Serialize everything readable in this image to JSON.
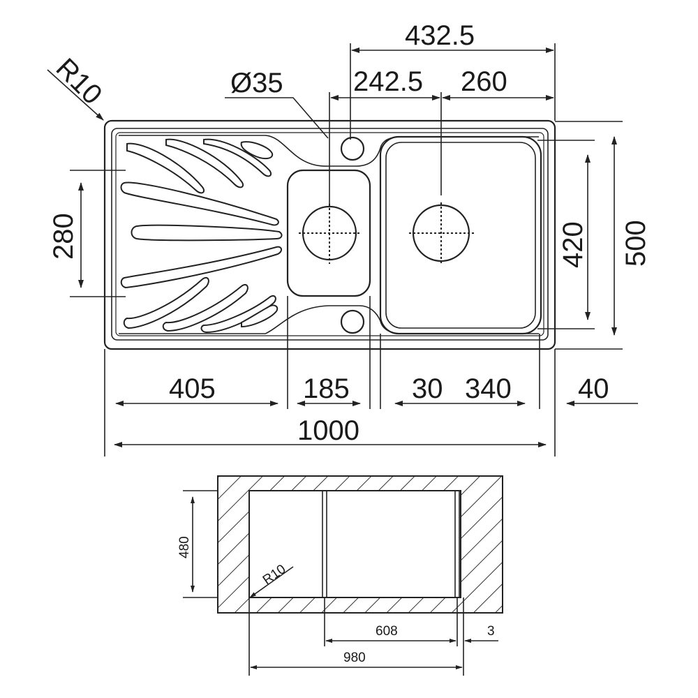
{
  "top_view": {
    "corner_radius_label": "R10",
    "hole_diameter_label": "Ø35",
    "dim_total_right_label": "432.5",
    "dim_hole_to_bowl_label": "242.5",
    "dim_bowl_half_label": "260",
    "dim_drainer_height_label": "280",
    "dim_bowl_height_label": "420",
    "dim_total_depth_label": "500",
    "dim_drainer_width_label": "405",
    "dim_small_bowl_label": "185",
    "dim_gap_label": "30",
    "dim_large_bowl_label": "340",
    "dim_edge_label": "40",
    "dim_total_width_label": "1000"
  },
  "section_view": {
    "dim_depth_label": "480",
    "corner_radius_label": "R10",
    "dim_inner_label": "608",
    "dim_wall_label": "3",
    "dim_cutout_label": "980"
  }
}
